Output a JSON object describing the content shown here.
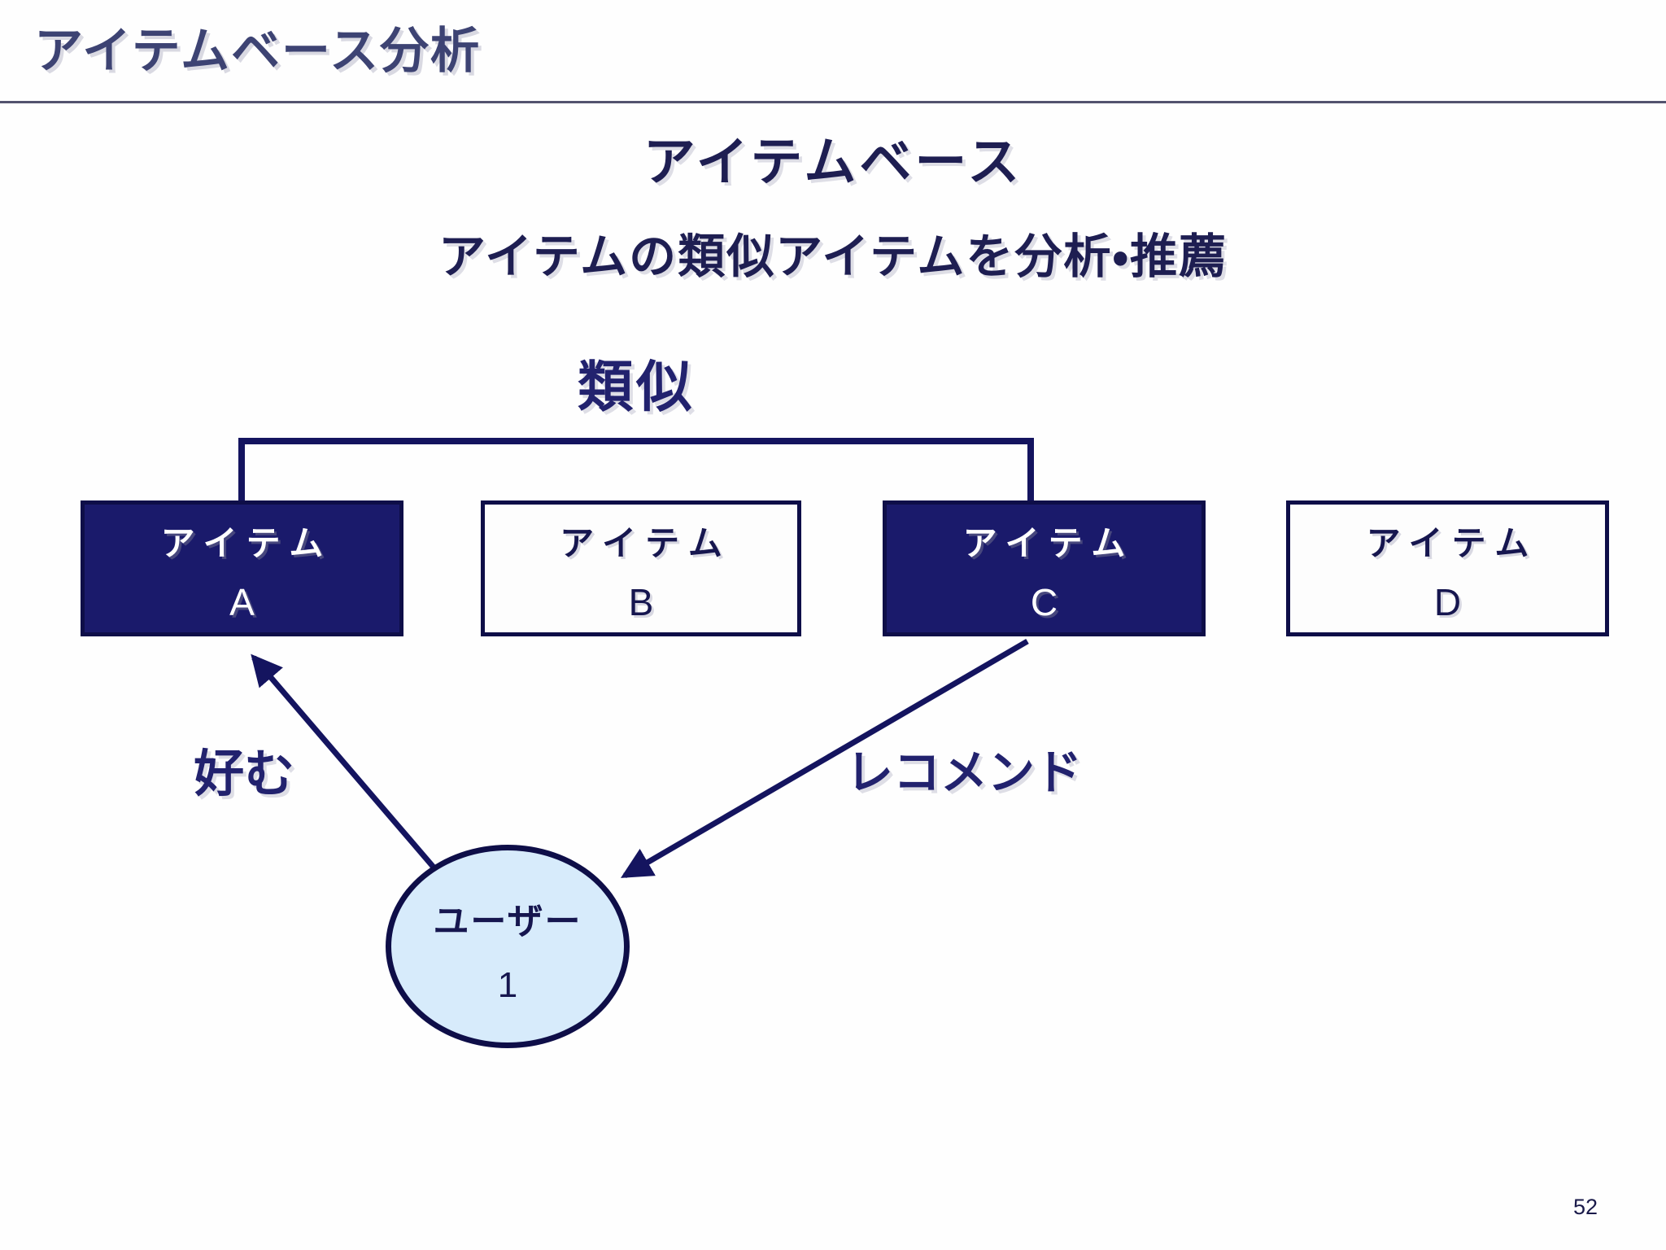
{
  "slide": {
    "header": "アイテムベース分析",
    "page_number": "52"
  },
  "diagram": {
    "title": "アイテムベース",
    "subtitle": "アイテムの類似アイテムを分析・推薦",
    "labels": {
      "similar": "類似",
      "like": "好む",
      "recommend": "レコメンド"
    },
    "items": [
      {
        "name": "アイテム",
        "letter": "A",
        "highlighted": true
      },
      {
        "name": "アイテム",
        "letter": "B",
        "highlighted": false
      },
      {
        "name": "アイテム",
        "letter": "C",
        "highlighted": true
      },
      {
        "name": "アイテム",
        "letter": "D",
        "highlighted": false
      }
    ],
    "user": {
      "name": "ユーザー",
      "id": "1"
    }
  },
  "colors": {
    "navy_fill": "#1a1a6b",
    "dark_border": "#0e0e48",
    "connector_line": "#14145f",
    "header_text": "#3d4373",
    "title_text": "#1e1e52",
    "label_text": "#22226e",
    "ellipse_fill": "#d7ebfb",
    "box_text_light": "#ffffff"
  }
}
